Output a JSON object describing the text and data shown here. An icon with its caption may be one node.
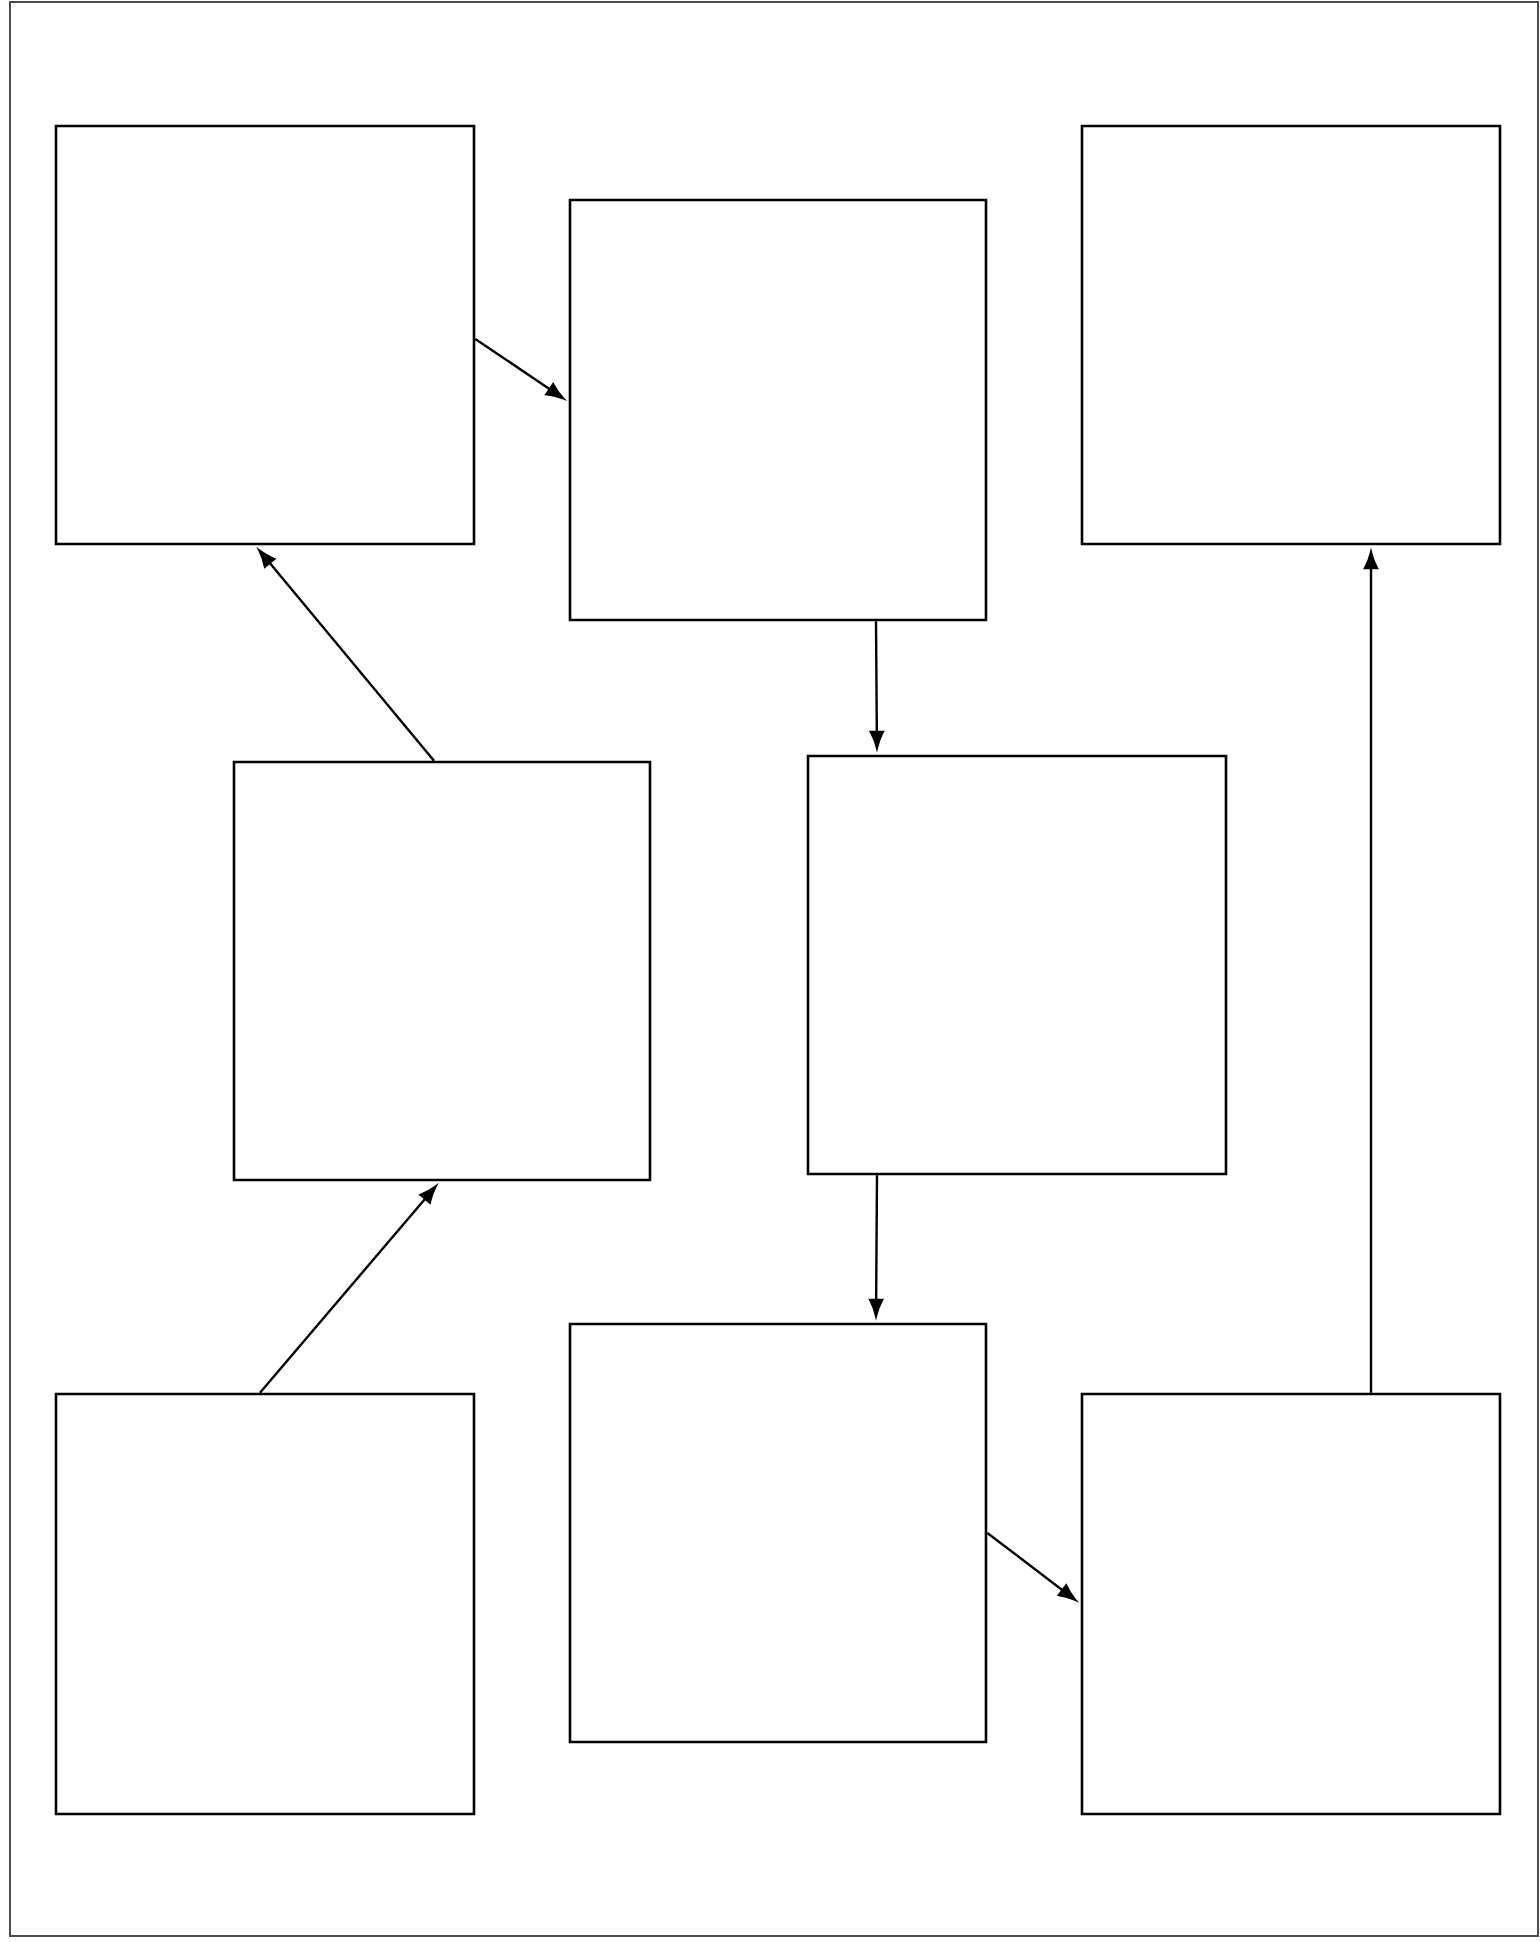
{
  "diagram": {
    "nodes": [
      {
        "text": [],
        "shape": "box"
      },
      {
        "text": [],
        "shape": "box"
      },
      {
        "text": [],
        "shape": "box"
      },
      {
        "text": [],
        "shape": "box"
      },
      {
        "text": [],
        "shape": "box"
      },
      {
        "text": [],
        "shape": "box"
      },
      {
        "text": [],
        "shape": "box"
      },
      {
        "text": [],
        "shape": "box"
      }
    ],
    "edges": [
      {
        "from": 5,
        "to": 3,
        "arrow": "to"
      },
      {
        "from": 3,
        "to": 0,
        "arrow": "to"
      },
      {
        "from": 0,
        "to": 1,
        "arrow": "to"
      },
      {
        "from": 1,
        "to": 4,
        "arrow": "to"
      },
      {
        "from": 4,
        "to": 6,
        "arrow": "to"
      },
      {
        "from": 6,
        "to": 7,
        "arrow": "to"
      },
      {
        "from": 7,
        "to": 2,
        "arrow": "to"
      }
    ]
  }
}
